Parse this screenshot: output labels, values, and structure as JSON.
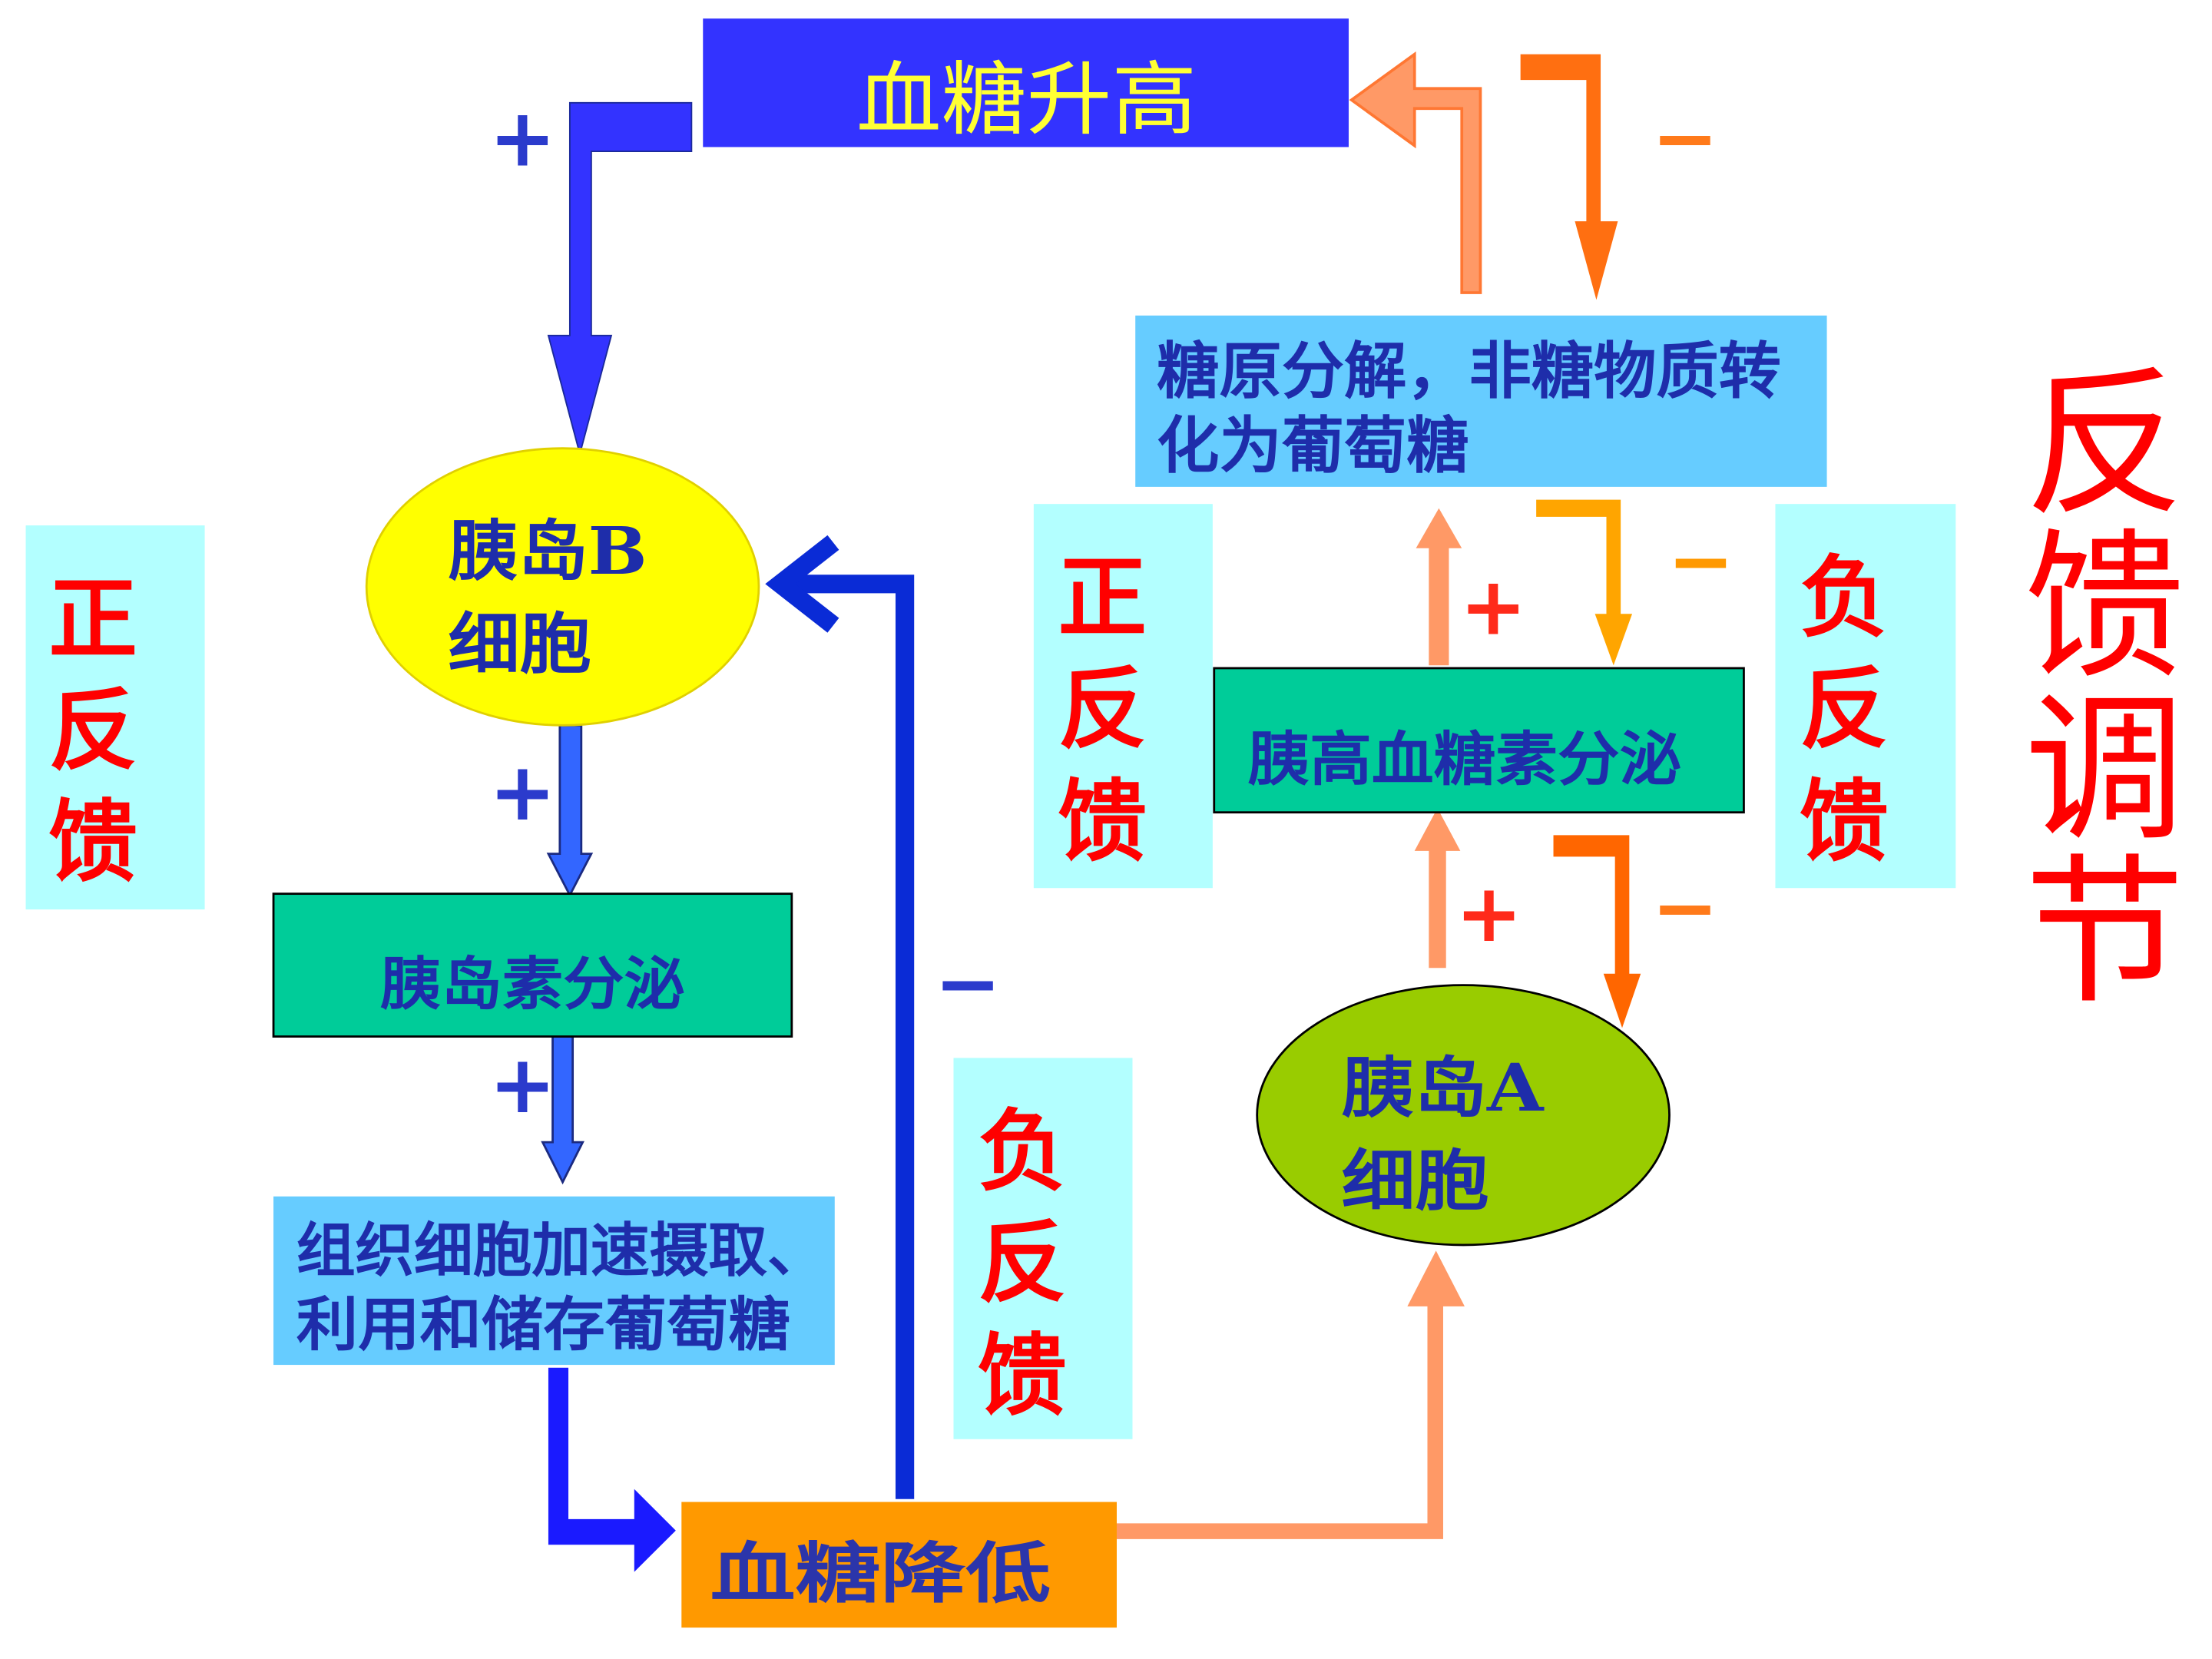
{
  "title": "反馈调节",
  "nodes": {
    "blood_glucose_high": "血糖升高",
    "beta_cell": {
      "line1": "胰岛B",
      "line2": "细胞"
    },
    "insulin_secretion": "胰岛素分泌",
    "tissue_uptake": {
      "line1": "组织细胞加速摄取、",
      "line2": "利用和储存葡萄糖"
    },
    "blood_glucose_low": "血糖降低",
    "alpha_cell": {
      "line1": "胰岛A",
      "line2": "细胞"
    },
    "glucagon_secretion": "胰高血糖素分泌",
    "glycogenolysis": {
      "line1": "糖原分解，非糖物质转",
      "line2": "化为葡萄糖"
    }
  },
  "feedback_labels": {
    "positive": [
      "正",
      "反",
      "馈"
    ],
    "negative": [
      "负",
      "反",
      "馈"
    ]
  },
  "edges": {
    "high_to_beta": "+",
    "beta_to_insulin": "+",
    "insulin_to_tissue": "+",
    "low_to_beta": "−",
    "alpha_to_glucagon": "+",
    "inhibit_alpha": "−",
    "glucagon_to_glycogenolysis": "+",
    "inhibit_glucagon": "−",
    "inhibit_glycogenolysis": "−"
  },
  "colors": {
    "high_box": "#3333FF",
    "high_text": "#FFFF33",
    "beta_cell": "#FFFF00",
    "alpha_cell": "#99CC00",
    "secretion_box": "#00CC99",
    "effect_box": "#66CCFF",
    "low_box": "#FF9900",
    "feedback_box": "#B3FFFF",
    "feedback_text": "#FF0000",
    "node_text": "#1E2DAA",
    "stimulate_blue": "#3333FF",
    "stimulate_salmon": "#FF9966",
    "inhibit_orange": "#FF6600"
  }
}
